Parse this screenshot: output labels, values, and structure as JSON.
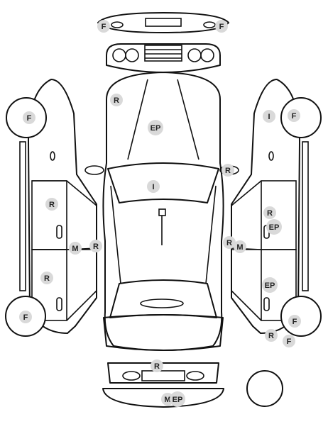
{
  "badge_color": "#d9d9d9",
  "line_color": "#111111",
  "markers": {
    "front_bumper_left": "F",
    "front_bumper_right": "F",
    "hood_top": "R",
    "hood_center": "EP",
    "windshield": "I",
    "right_mirror": "R",
    "left_front_wheel": "F",
    "left_front_door": "R",
    "left_pillar_m": "M",
    "left_pillar_r": "R",
    "left_rear_door": "R",
    "left_rear_wheel": "F",
    "right_front_glass": "I",
    "right_front_wheel": "F",
    "right_front_door": "R",
    "right_front_door_ep": "EP",
    "right_pillar_r": "R",
    "right_pillar_m": "M",
    "right_rear_door_ep": "EP",
    "right_rear_wheel": "F",
    "right_rear_r": "R",
    "right_rear_f": "F",
    "rear_panel": "R",
    "rear_bumper_m": "M",
    "rear_bumper_ep": "EP"
  }
}
